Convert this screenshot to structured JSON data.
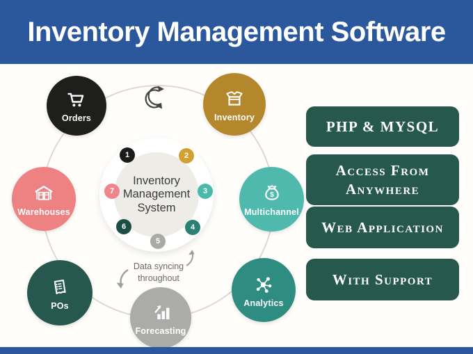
{
  "header": {
    "title": "Inventory Management Software"
  },
  "colors": {
    "header_bg": "#2b579d",
    "footer_bg": "#2b579d",
    "feature_bg": "#27584e",
    "body_bg": "#fffefb"
  },
  "diagram": {
    "center_title": {
      "line1": "Inventory",
      "line2": "Management",
      "line3": "System"
    },
    "caption": {
      "line1": "Data syncing",
      "line2": "throughout"
    },
    "badges": [
      {
        "number": "1",
        "color": "#1b1b1b"
      },
      {
        "number": "2",
        "color": "#d2a033"
      },
      {
        "number": "3",
        "color": "#49b9ac"
      },
      {
        "number": "4",
        "color": "#2b8076"
      },
      {
        "number": "5",
        "color": "#a9a9a7"
      },
      {
        "number": "6",
        "color": "#1d4e42"
      },
      {
        "number": "7",
        "color": "#ef868e"
      }
    ],
    "nodes": [
      {
        "label": "Orders",
        "color": "#1e1e1c",
        "icon": "cart-icon"
      },
      {
        "label": "Inventory",
        "color": "#b5872c",
        "icon": "inventory-box-icon"
      },
      {
        "label": "Warehouses",
        "color": "#ee8181",
        "icon": "warehouse-icon"
      },
      {
        "label": "Multichannel",
        "color": "#4fb9ae",
        "icon": "money-bag-icon"
      },
      {
        "label": "POs",
        "color": "#27584f",
        "icon": "purchase-order-icon"
      },
      {
        "label": "Analytics",
        "color": "#2f8c81",
        "icon": "analytics-network-icon"
      },
      {
        "label": "Forecasting",
        "color": "#ababa9",
        "icon": "forecast-chart-icon"
      }
    ]
  },
  "features": [
    {
      "label": "PHP & MYSQL"
    },
    {
      "label": "Access From Anywhere"
    },
    {
      "label": "Web Application"
    },
    {
      "label": "With Support"
    }
  ]
}
